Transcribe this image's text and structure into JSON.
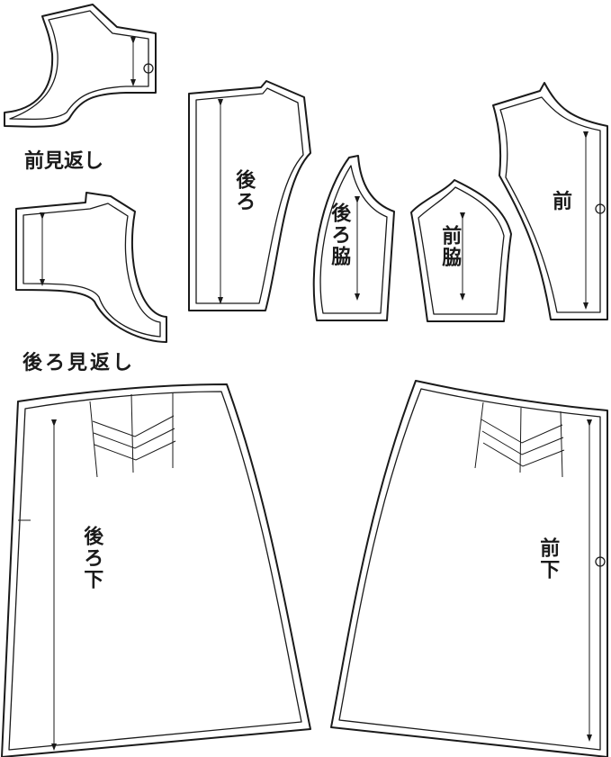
{
  "labels": {
    "front_facing": "前見返し",
    "back_facing": "後ろ見返し",
    "back": "後ろ",
    "back_side": "後ろ脇",
    "front_side": "前脇",
    "front": "前",
    "back_skirt": "後ろ下",
    "front_skirt": "前下"
  },
  "colors": {
    "line": "#1a1a1a",
    "background": "#ffffff"
  }
}
